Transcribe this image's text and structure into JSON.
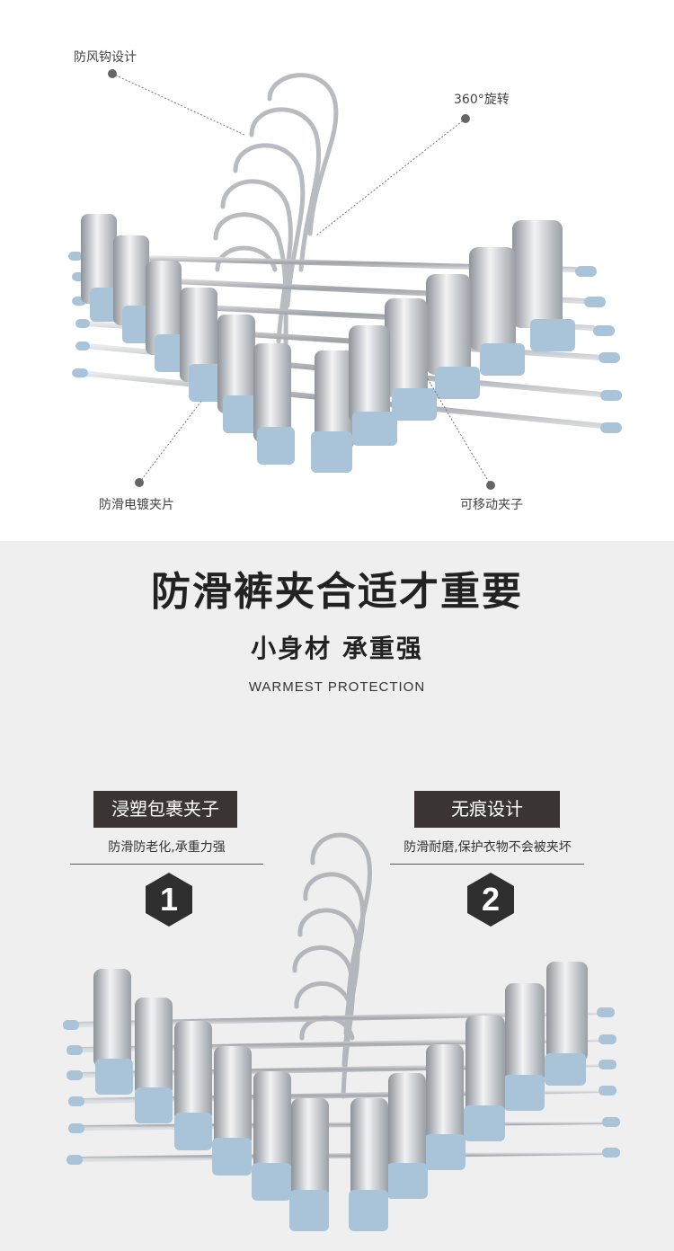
{
  "top": {
    "callouts": {
      "hook": "防风钩设计",
      "rotate": "360°旋转",
      "clip": "防滑电镀夹片",
      "movable": "可移动夹子"
    }
  },
  "bottom": {
    "headline": "防滑裤夹合适才重要",
    "subhead": "小身材 承重强",
    "english": "WARMEST PROTECTION",
    "features": [
      {
        "number": "1",
        "tag": "浸塑包裹夹子",
        "desc": "防滑防老化,承重力强"
      },
      {
        "number": "2",
        "tag": "无痕设计",
        "desc": "防滑耐磨,保护衣物不会被夹坏"
      }
    ]
  },
  "colors": {
    "clip_blue": "#a9c3d8",
    "steel": "#c9ccd0",
    "tag_bg": "#3a3433",
    "hex_bg": "#2f2f2f",
    "bottom_bg": "#efefef"
  }
}
